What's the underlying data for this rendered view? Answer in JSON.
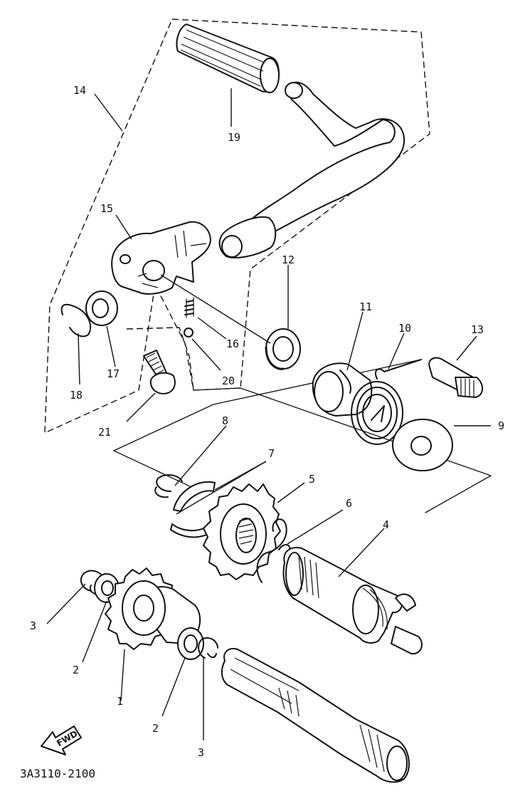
{
  "diagram": {
    "labels": {
      "p1": "1",
      "p2a": "2",
      "p2b": "2",
      "p3a": "3",
      "p3b": "3",
      "p4": "4",
      "p5": "5",
      "p6": "6",
      "p7": "7",
      "p8": "8",
      "p9": "9",
      "p10": "10",
      "p11": "11",
      "p12": "12",
      "p13": "13",
      "p14": "14",
      "p15": "15",
      "p16": "16",
      "p17": "17",
      "p18": "18",
      "p19": "19",
      "p20": "20",
      "p21": "21"
    },
    "fwd_label": "FWD",
    "reference_code": "3A3110-2100"
  }
}
